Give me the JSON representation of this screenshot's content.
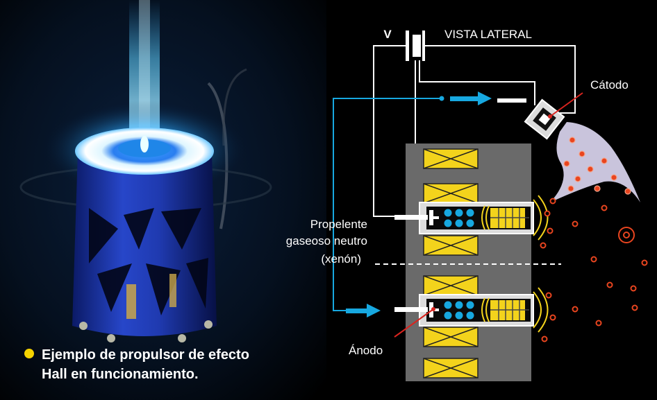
{
  "labels": {
    "voltage": "V",
    "view": "VISTA LATERAL",
    "cathode": "Cátodo",
    "propellant_line1": "Propelente",
    "propellant_line2": "gaseoso neutro",
    "propellant_line3": "(xenón)",
    "anode": "Ánodo"
  },
  "caption": {
    "line1": "Ejemplo de propulsor de efecto",
    "line2": "Hall en funcionamiento."
  },
  "colors": {
    "background": "#000000",
    "body_gray": "#6a6a6a",
    "coil_yellow": "#f3d31c",
    "gas_blue": "#17a8e0",
    "plume": "#c9c4dc",
    "ion_red": "#e9451f",
    "accent_red": "#d9241f",
    "wire": "#ffffff",
    "bullet_yellow": "#f5d300"
  }
}
